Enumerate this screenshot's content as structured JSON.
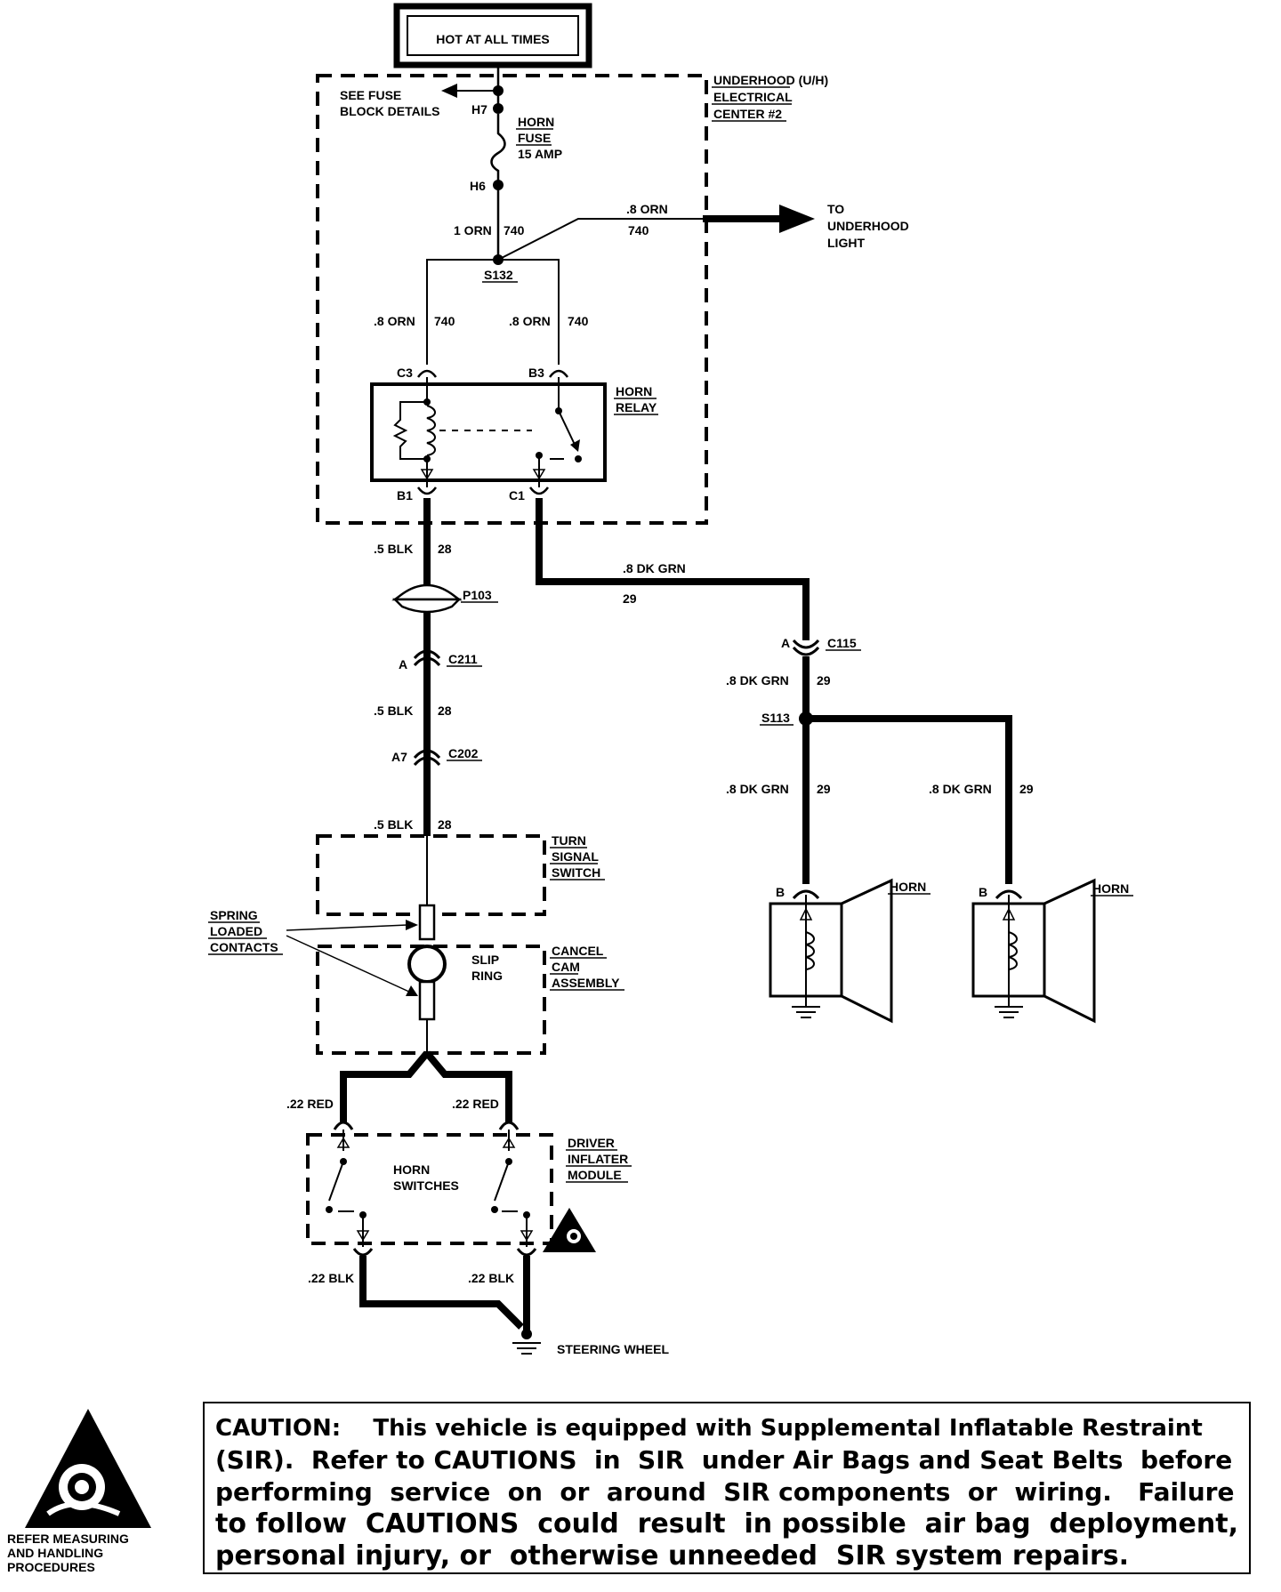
{
  "power": {
    "hot_label": "HOT AT ALL TIMES"
  },
  "underhood": {
    "label1": "UNDERHOOD (U/H)",
    "label2": "ELECTRICAL",
    "label3": "CENTER #2"
  },
  "fuse": {
    "see_fuse1": "SEE FUSE",
    "see_fuse2": "BLOCK DETAILS",
    "h7": "H7",
    "h6": "H6",
    "name1": "HORN",
    "name2": "FUSE",
    "rating": "15 AMP"
  },
  "wires": {
    "w1_gauge": "1 ORN",
    "w1_circuit": "740",
    "light_gauge": ".8 ORN",
    "light_circuit": "740",
    "left_gauge": ".8 ORN",
    "left_circuit": "740",
    "right_gauge": ".8 ORN",
    "right_circuit": "740",
    "blk1_gauge": ".5 BLK",
    "blk1_circuit": "28",
    "blk2_gauge": ".5 BLK",
    "blk2_circuit": "28",
    "blk3_gauge": ".5 BLK",
    "blk3_circuit": "28",
    "grn1_gauge": ".8 DK GRN",
    "grn1_circuit": "29",
    "grn2_gauge": ".8 DK GRN",
    "grn2_circuit": "29",
    "grn3_gauge": ".8 DK GRN",
    "grn3_circuit": "29",
    "grn4_gauge": ".8 DK GRN",
    "grn4_circuit": "29",
    "red_left": ".22 RED",
    "red_right": ".22 RED",
    "blk_left": ".22 BLK",
    "blk_right": ".22 BLK"
  },
  "to_light": {
    "l1": "TO",
    "l2": "UNDERHOOD",
    "l3": "LIGHT"
  },
  "splices": {
    "s132": "S132",
    "s113": "S113"
  },
  "relay": {
    "name1": "HORN",
    "name2": "RELAY",
    "c3": "C3",
    "b3": "B3",
    "b1": "B1",
    "c1": "C1"
  },
  "connectors": {
    "p103": "P103",
    "c211": "C211",
    "c211_pin": "A",
    "c202": "C202",
    "c202_pin": "A7",
    "c115": "C115",
    "c115_pin": "A",
    "horn1_pin": "B",
    "horn2_pin": "B"
  },
  "horns": {
    "horn1": "HORN",
    "horn2": "HORN"
  },
  "turn_signal": {
    "l1": "TURN",
    "l2": "SIGNAL",
    "l3": "SWITCH"
  },
  "spring": {
    "l1": "SPRING",
    "l2": "LOADED",
    "l3": "CONTACTS"
  },
  "slip_ring": {
    "l1": "SLIP",
    "l2": "RING"
  },
  "cancel_cam": {
    "l1": "CANCEL",
    "l2": "CAM",
    "l3": "ASSEMBLY"
  },
  "horn_switches": {
    "l1": "HORN",
    "l2": "SWITCHES"
  },
  "inflater": {
    "l1": "DRIVER",
    "l2": "INFLATER",
    "l3": "MODULE"
  },
  "ground": {
    "steering": "STEERING WHEEL"
  },
  "caution": {
    "line1": "CAUTION:    This vehicle is equipped with Supplemental Inflatable Restraint",
    "line2": "(SIR).  Refer to CAUTIONS  in  SIR  under Air Bags and Seat Belts  before",
    "line3": "performing  service  on  or  around  SIR components  or  wiring.   Failure",
    "line4": "to follow  CAUTIONS  could  result  in possible  air bag  deployment,",
    "line5": "personal injury, or  otherwise unneeded  SIR system repairs."
  },
  "refer": {
    "l1": "REFER MEASURING",
    "l2": "AND HANDLING",
    "l3": "PROCEDURES"
  }
}
